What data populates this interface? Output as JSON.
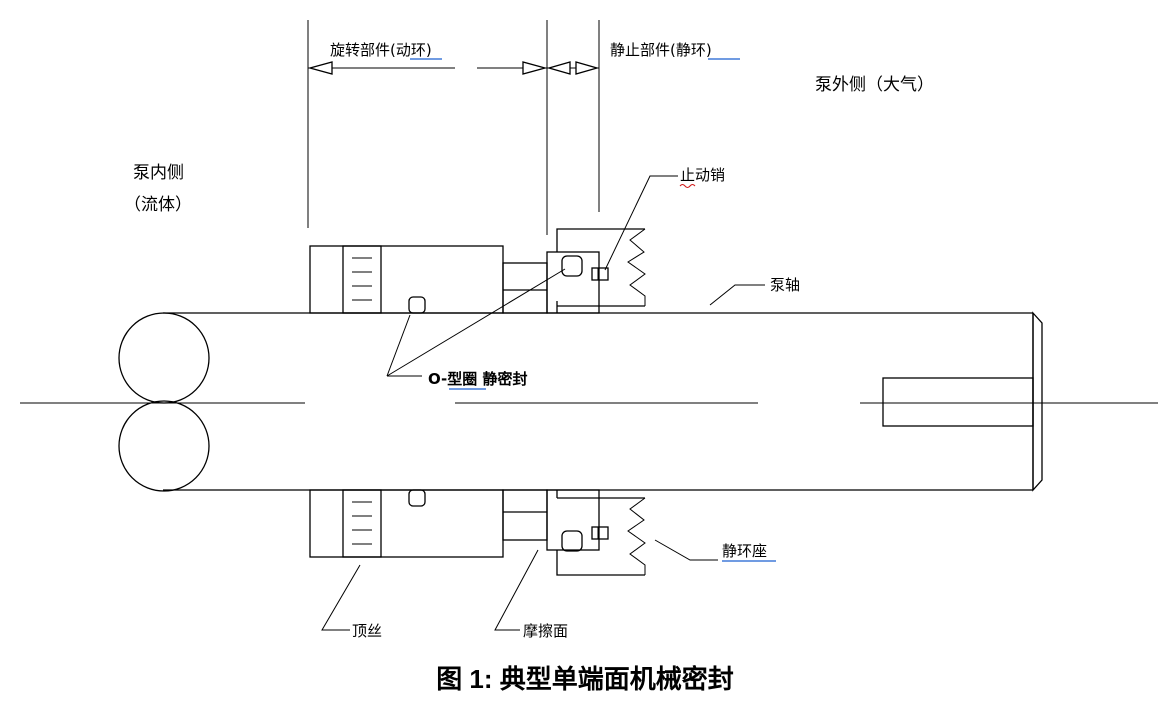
{
  "labels": {
    "rotating": "旋转部件(动环)",
    "stationary": "静止部件(静环)",
    "pump_outside": "泵外侧（大气）",
    "pump_inside_1": "泵内侧",
    "pump_inside_2": "（流体）",
    "anti_rotation_pin": "止动销",
    "pump_shaft": "泵轴",
    "o_ring": "O-型圈  静密封",
    "stationary_seat": "静环座",
    "set_screw": "顶丝",
    "friction_face": "摩擦面"
  },
  "caption": "图 1: 典型单端面机械密封"
}
